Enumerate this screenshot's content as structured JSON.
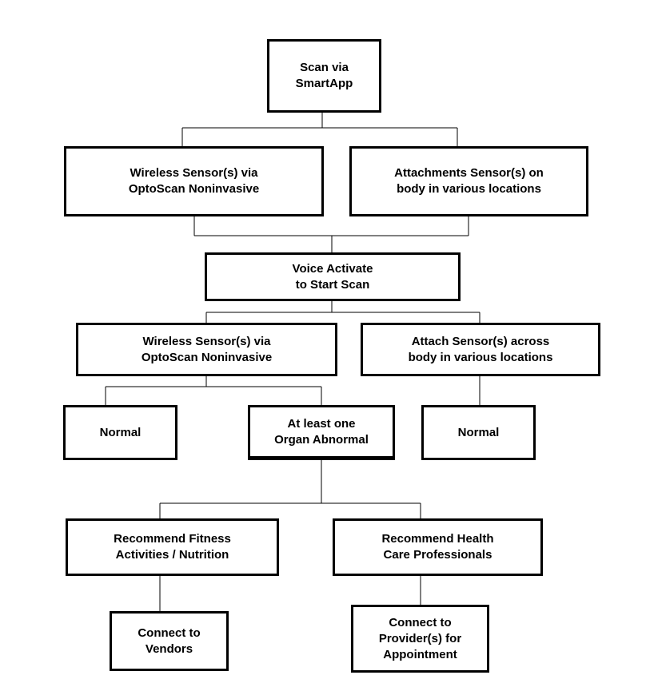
{
  "nodes": {
    "scan": [
      "Scan via",
      "SmartApp"
    ],
    "wireless_1": [
      "Wireless Sensor(s) via",
      "OptoScan Noninvasive"
    ],
    "attachments": [
      "Attachments Sensor(s) on",
      "body in various locations"
    ],
    "voice": [
      "Voice Activate",
      "to Start Scan"
    ],
    "wireless_2": [
      "Wireless Sensor(s) via",
      "OptoScan Noninvasive"
    ],
    "attach_across": [
      "Attach Sensor(s) across",
      "body in various locations"
    ],
    "normal_left": [
      "Normal"
    ],
    "abnormal": [
      "At least one",
      "Organ Abnormal"
    ],
    "normal_right": [
      "Normal"
    ],
    "fitness": [
      "Recommend Fitness",
      "Activities / Nutrition"
    ],
    "health_care": [
      "Recommend Health",
      "Care Professionals"
    ],
    "vendors": [
      "Connect to",
      "Vendors"
    ],
    "providers": [
      "Connect to",
      "Provider(s) for",
      "Appointment"
    ]
  }
}
